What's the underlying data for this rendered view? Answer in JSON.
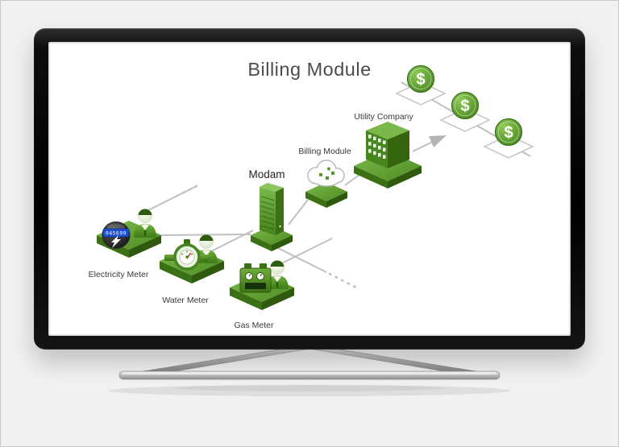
{
  "diagram": {
    "title": "Billing Module",
    "labels": {
      "electricity": "Electricity Meter",
      "water": "Water Meter",
      "gas": "Gas Meter",
      "modem": "Modam",
      "billing": "Billing Module",
      "utility": "Utility Company"
    },
    "electricity_display": "045699",
    "currency_symbol": "$",
    "colors": {
      "green_dark": "#3c7014",
      "green_mid": "#54922a",
      "green_light": "#7dbb4e",
      "line_gray": "#c0c0c0",
      "title_gray": "#4c4c4c",
      "meter_band_blue": "#1e4fd0"
    }
  }
}
